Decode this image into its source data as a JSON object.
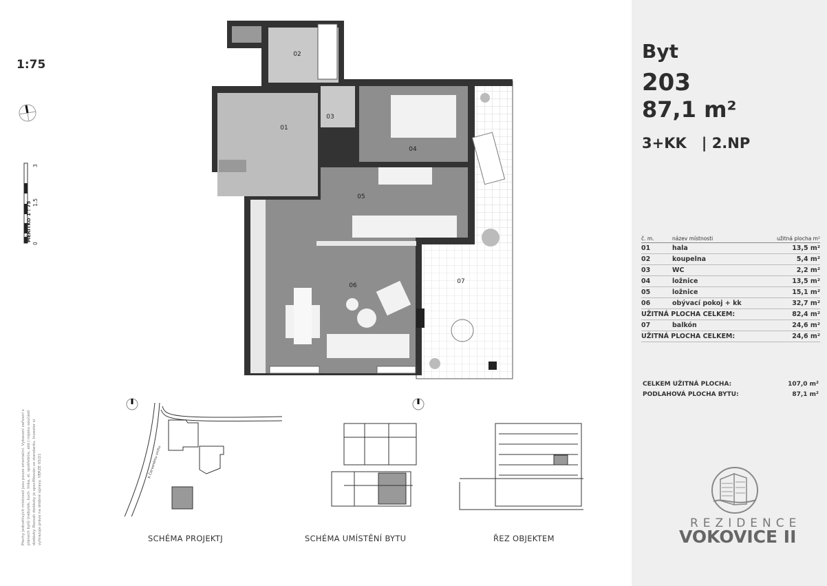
{
  "scale": "1:75",
  "scale_bar": {
    "label": "MĚŘÍTKO 1 : 75",
    "ticks": [
      "0",
      "1.5",
      "3"
    ]
  },
  "apartment": {
    "title": "Byt",
    "number": "203",
    "area": "87,1 m²",
    "type": "3+KK",
    "floor": "2.NP",
    "separator": "|"
  },
  "rooms_table": {
    "headers": [
      "č. m.",
      "název místnosti",
      "užitná plocha m²"
    ],
    "rows": [
      {
        "no": "01",
        "name": "hala",
        "area": "13,5 m²"
      },
      {
        "no": "02",
        "name": "koupelna",
        "area": "5,4 m²"
      },
      {
        "no": "03",
        "name": "WC",
        "area": "2,2 m²"
      },
      {
        "no": "04",
        "name": "ložnice",
        "area": "13,5 m²"
      },
      {
        "no": "05",
        "name": "ložnice",
        "area": "15,1 m²"
      },
      {
        "no": "06",
        "name": "obývací pokoj + kk",
        "area": "32,7 m²"
      }
    ],
    "subtotal_1": {
      "label": "UŽITNÁ PLOCHA CELKEM:",
      "area": "82,4 m²"
    },
    "balcony": {
      "no": "07",
      "name": "balkón",
      "area": "24,6 m²"
    },
    "subtotal_2": {
      "label": "UŽITNÁ PLOCHA CELKEM:",
      "area": "24,6 m²"
    }
  },
  "summary": [
    {
      "label": "CELKEM UŽITNÁ PLOCHA:",
      "value": "107,0 m²"
    },
    {
      "label": "PODLAHOVÁ PLOCHA BYTU:",
      "value": "87,1 m²"
    }
  ],
  "plan_labels": [
    "01",
    "02",
    "03",
    "04",
    "05",
    "06",
    "07"
  ],
  "schemas": {
    "project": "SCHÉMA PROJEKTJ",
    "placement": "SCHÉMA UMÍSTĚNÍ BYTU",
    "section": "ŘEZ OBJEKTEM",
    "street": "K Červenému vrchu"
  },
  "note": "Plochy jednotlivých místností jsou pouze orientační. Vybavení zařízení v plánech bytů (nábytek, kuch. linka, el. spotřebiče, atd.) nejsou součástí dodávky. Rozsah dodávky je specifikován ve standardu. Investor si vyhrazuje právo na drobné úpravy. VERZE 05/21",
  "logo": {
    "top": "REZIDENCE",
    "bottom": "VOKOVICE II"
  },
  "colors": {
    "wall": "#333333",
    "floor_wood": "#8c8c8c",
    "floor_tile": "#bdbdbd",
    "panel": "#efefef",
    "highlight": "#9a9a9a"
  }
}
